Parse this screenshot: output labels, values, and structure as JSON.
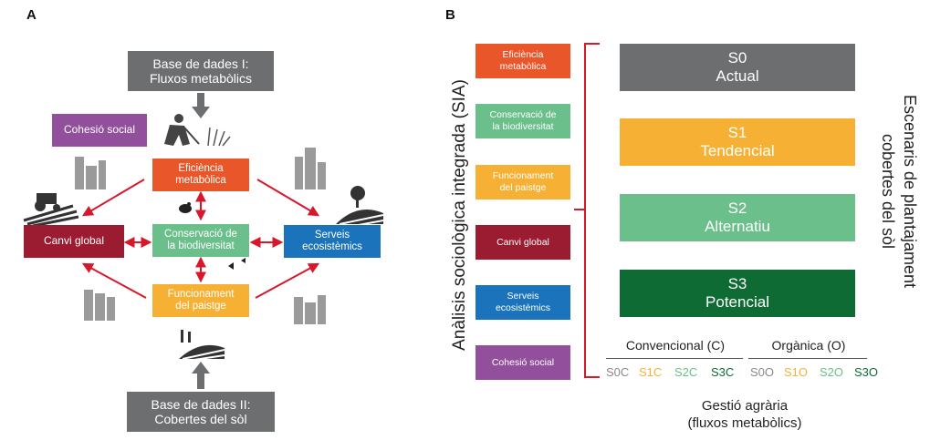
{
  "panel_a": {
    "letter": "A",
    "db1": [
      "Base de dades I:",
      "Fluxos metabòlics"
    ],
    "db2": [
      "Base de dades II:",
      "Cobertes del sòl"
    ],
    "cohesio": "Cohesió social",
    "eficiencia": [
      "Eficiència",
      "metabòlica"
    ],
    "conservacio": [
      "Conservació de",
      "la biodiversitat"
    ],
    "funcionament": [
      "Funcionament",
      "del paistge"
    ],
    "canvi": "Canvi global",
    "serveis": [
      "Serveis",
      "ecosistèmics"
    ]
  },
  "panel_b": {
    "letter": "B",
    "left_title": "Anàlisis sociològica integrada (SIA)",
    "right_title": [
      "Escenaris de plantajament",
      "cobertes del sòl"
    ],
    "indicators": [
      [
        "Eficiència",
        "metabòlica"
      ],
      [
        "Conservació de",
        "la biodiversitat"
      ],
      [
        "Funcionament",
        "del paistge"
      ],
      [
        "Canvi global"
      ],
      [
        "Serveis",
        "ecosistèmics"
      ],
      [
        "Cohesió social"
      ]
    ],
    "scenarios": [
      [
        "S0",
        "Actual"
      ],
      [
        "S1",
        "Tendencial"
      ],
      [
        "S2",
        "Alternatiu"
      ],
      [
        "S3",
        "Potencial"
      ]
    ],
    "convencional": "Convencional (C)",
    "organica": "Orgànica (O)",
    "codes_c": [
      "S0C",
      "S1C",
      "S2C",
      "S3C"
    ],
    "codes_o": [
      "S0O",
      "S1O",
      "S2O",
      "S3O"
    ],
    "bottom_label": [
      "Gestió agrària",
      "(fluxos metabòlics)"
    ]
  },
  "colors": {
    "grey": "#6d6e70",
    "orange": "#e8562a",
    "green_light": "#6bbf8a",
    "yellow": "#f6b134",
    "red_dark": "#9b1b30",
    "blue": "#1b74bb",
    "purple": "#92509c",
    "green_dark": "#0f6b34",
    "arrow_red": "#d7182a"
  }
}
